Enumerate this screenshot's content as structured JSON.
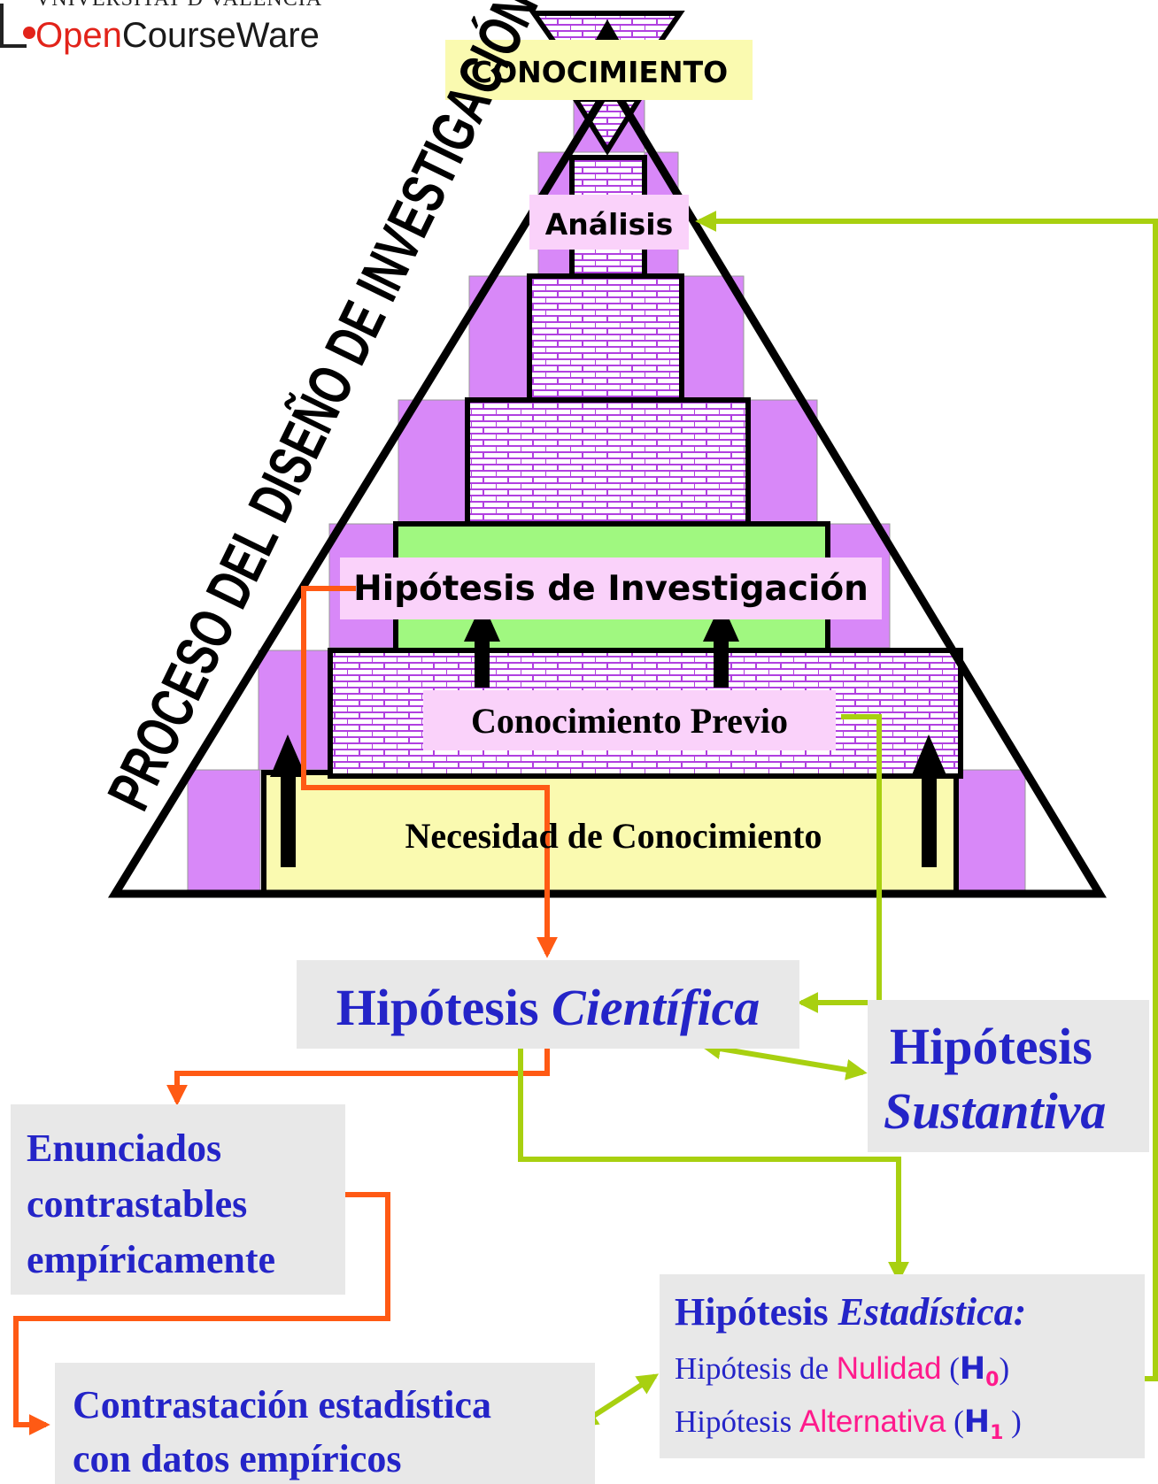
{
  "logo": {
    "university": "VNIVERSITAT D VALÈNCIA",
    "brand_prefix": "Open",
    "brand_suffix": "CourseWare"
  },
  "pyramid": {
    "side_title": "PROCESO DEL DISEÑO DE INVESTIGACIÓN",
    "apex_label": "CONOCIMIENTO",
    "analysis_label": "Análisis",
    "hypothesis_label": "Hipótesis de Investigación",
    "prior_knowledge_label": "Conocimiento Previo",
    "need_label": "Necesidad de Conocimiento"
  },
  "scientific": {
    "word": "Hipótesis",
    "italic": "Científica"
  },
  "substantive": {
    "word": "Hipótesis",
    "italic": "Sustantiva"
  },
  "statements": {
    "line1": "Enunciados",
    "line2": "contrastables",
    "line3": "empíricamente"
  },
  "contrast": {
    "line1": "Contrastación estadística",
    "line2": "con datos empíricos"
  },
  "statistical": {
    "word": "Hipótesis",
    "italic": "Estadística:",
    "null_prefix": "Hipótesis de",
    "null_word": "Nulidad",
    "null_symbol": "H",
    "null_sub": "0",
    "alt_prefix": "Hipótesis",
    "alt_word": "Alternativa",
    "alt_symbol": "H",
    "alt_sub": "1"
  },
  "colors": {
    "purple": "#d888f8",
    "yellow": "#fafab0",
    "green": "#a0f880",
    "pink_label": "#fad2fa",
    "orange_arrow": "#ff5a14",
    "green_arrow": "#a8d010",
    "blue_text": "#2424c8",
    "magenta_text": "#ff1a8c"
  }
}
